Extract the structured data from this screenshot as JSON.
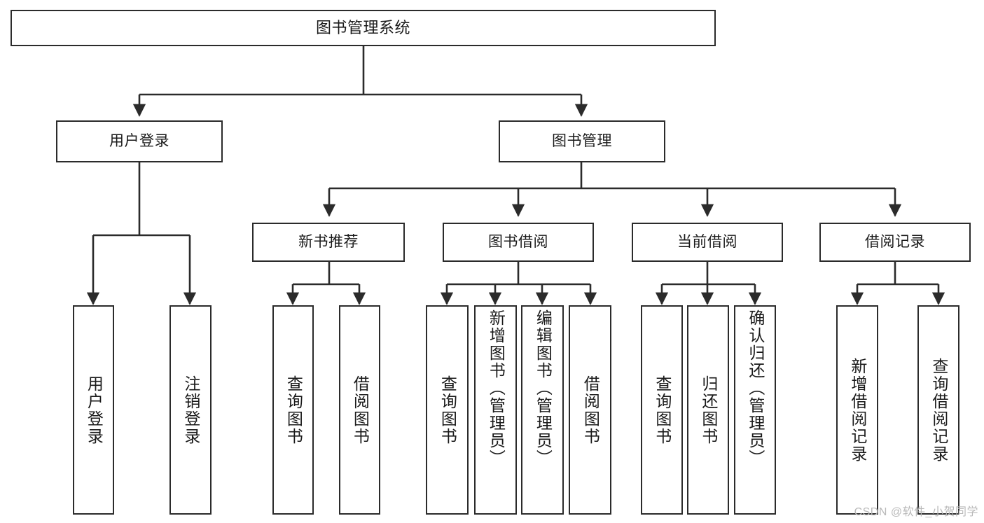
{
  "diagram": {
    "title": "图书管理系统",
    "watermark": "CSDN @软件_小贺同学",
    "stroke_color": "#2b2b2b",
    "background_color": "#ffffff",
    "levels": {
      "level1": [
        "图书管理系统"
      ],
      "level2": [
        "用户登录",
        "图书管理"
      ],
      "level3": [
        "新书推荐",
        "图书借阅",
        "当前借阅",
        "借阅记录"
      ],
      "level4": [
        "用户登录",
        "注销登录",
        "查询图书",
        "借阅图书",
        "查询图书",
        "新增图书（管理员）",
        "编辑图书（管理员）",
        "借阅图书",
        "查询图书",
        "归还图书",
        "确认归还（管理员）",
        "新增借阅记录",
        "查询借阅记录"
      ]
    },
    "nodes": {
      "root": {
        "label": "图书管理系统"
      },
      "user_login": {
        "label": "用户登录"
      },
      "book_manage": {
        "label": "图书管理"
      },
      "new_book_rec": {
        "label": "新书推荐"
      },
      "book_borrow": {
        "label": "图书借阅"
      },
      "current_borrow": {
        "label": "当前借阅"
      },
      "borrow_record": {
        "label": "借阅记录"
      },
      "leaf_user_login": {
        "label": "用户登录"
      },
      "leaf_logout": {
        "label": "注销登录"
      },
      "leaf_query_book_1": {
        "label": "查询图书"
      },
      "leaf_borrow_book_1": {
        "label": "借阅图书"
      },
      "leaf_query_book_2": {
        "label": "查询图书"
      },
      "leaf_add_book_admin": {
        "label": "新增图书（管理员）"
      },
      "leaf_edit_book_admin": {
        "label": "编辑图书（管理员）"
      },
      "leaf_borrow_book_2": {
        "label": "借阅图书"
      },
      "leaf_query_book_3": {
        "label": "查询图书"
      },
      "leaf_return_book": {
        "label": "归还图书"
      },
      "leaf_confirm_return_admin": {
        "label": "确认归还（管理员）"
      },
      "leaf_add_borrow_record": {
        "label": "新增借阅记录"
      },
      "leaf_query_borrow_record": {
        "label": "查询借阅记录"
      }
    }
  }
}
